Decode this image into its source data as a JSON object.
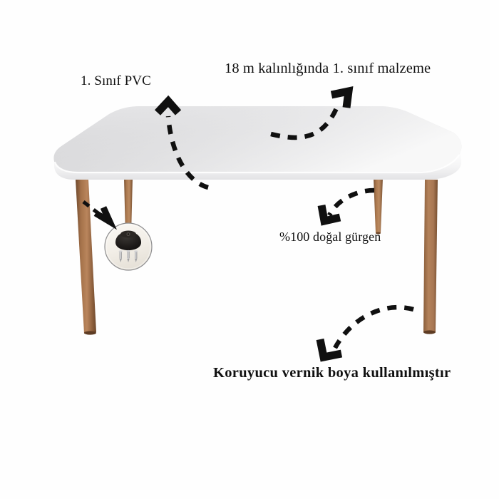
{
  "product": {
    "type": "dining-table",
    "view": "three-quarter perspective",
    "tabletop_color": "#dcdcde",
    "tabletop_edge_color": "#f2f2f2",
    "leg_color": "#9c6b44",
    "background_color": "#fefefe",
    "arrow_color": "#101010"
  },
  "annotations": [
    {
      "id": "pvc",
      "label": "1. Sınıf PVC",
      "target": "tabletop-edge",
      "arrow": "curved-up"
    },
    {
      "id": "thickness",
      "label": "18 m kalınlığında 1. sınıf malzeme",
      "target": "tabletop-surface",
      "arrow": "curved-up-right"
    },
    {
      "id": "natural",
      "label": "%100 doğal gürgen",
      "target": "back-right-leg",
      "arrow": "curved-down-left"
    },
    {
      "id": "varnish",
      "label": "Koruyucu vernik boya kullanılmıştır",
      "target": "front-right-leg",
      "arrow": "curved-down-left"
    },
    {
      "id": "hardware",
      "label": "",
      "target": "leg-mount-detail",
      "arrow": "straight-down-right"
    }
  ],
  "detail_inset": {
    "name": "leg-mounting-hardware",
    "shape": "circle",
    "contents": [
      "black mounting plate",
      "screw",
      "screw",
      "screw"
    ],
    "plate_color": "#1c1a18",
    "screw_color": "#c9c9cb",
    "background_color": "#f3efe9"
  },
  "legs": [
    {
      "name": "front-left-leg"
    },
    {
      "name": "back-left-leg"
    },
    {
      "name": "back-right-leg"
    },
    {
      "name": "front-right-leg"
    }
  ]
}
